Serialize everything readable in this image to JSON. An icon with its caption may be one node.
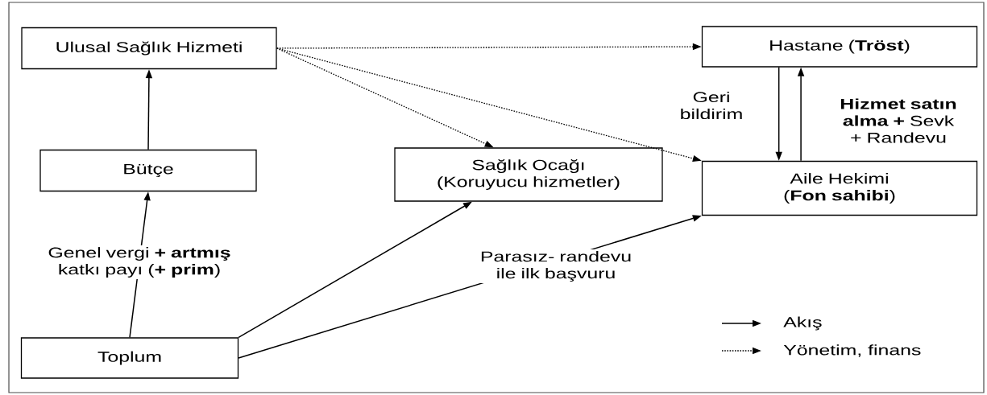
{
  "diagram": {
    "nodes": [
      {
        "text": [
          "Ulusal Sağlık Hizmeti"
        ]
      },
      {
        "text": [
          "Hastane (**Tröst**)"
        ]
      },
      {
        "text": [
          "Bütçe"
        ]
      },
      {
        "text": [
          "Sağlık Ocağı (Koruyucu hizmetler)"
        ]
      },
      {
        "text": [
          "Aile Hekimi (**Fon sahibi**)"
        ]
      },
      {
        "text": [
          "Toplum"
        ]
      }
    ],
    "edges": [
      {
        "from": 2,
        "to": 0,
        "arrow": "to"
      },
      {
        "from": 5,
        "to": 2,
        "arrow": "to",
        "label": "Genel vergi **+ artmış** katkı payı (**+ prim**)"
      },
      {
        "from": 5,
        "to": 3,
        "arrow": "to"
      },
      {
        "from": 5,
        "to": 4,
        "arrow": "to",
        "label": "Parasız- randevu ile ilk başvuru"
      },
      {
        "from": 0,
        "to": 1,
        "arrow": "to",
        "style": "dashed"
      },
      {
        "from": 0,
        "to": 3,
        "arrow": "to",
        "style": "dashed"
      },
      {
        "from": 0,
        "to": 4,
        "arrow": "to",
        "style": "dashed"
      },
      {
        "from": 1,
        "to": 4,
        "arrow": "to",
        "label": "Geri bildirim"
      },
      {
        "from": 4,
        "to": 1,
        "arrow": "to",
        "label": "**Hizmet satın alma +** Sevk + Randevu"
      }
    ],
    "legend": [
      {
        "text": "Akış"
      },
      {
        "text": "Yönetim, finans"
      }
    ]
  }
}
